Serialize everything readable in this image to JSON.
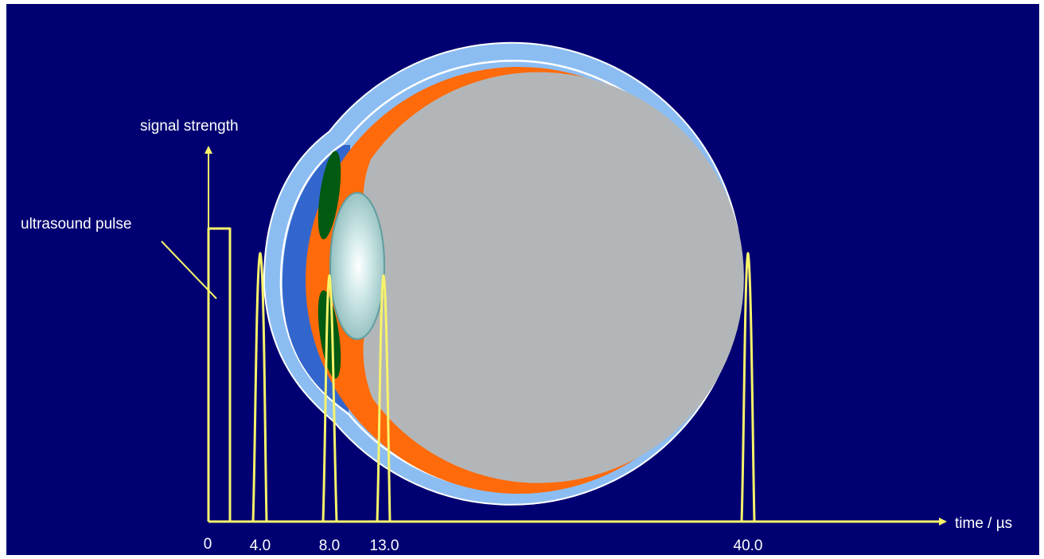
{
  "labels": {
    "y_axis": "signal strength",
    "x_axis": "time / µs",
    "pulse": "ultrasound pulse"
  },
  "ticks": [
    "0",
    "4.0",
    "8.0",
    "13.0",
    "40.0"
  ],
  "colors": {
    "background": "#000072",
    "signal": "#f7f36a",
    "sclera": "#8cbdf2",
    "choroid": "#ff6a0a",
    "vitreous": "#b3b6b8",
    "aqueous": "#3366cc",
    "iris": "#005a12",
    "lens": "#c9e6e6"
  }
}
